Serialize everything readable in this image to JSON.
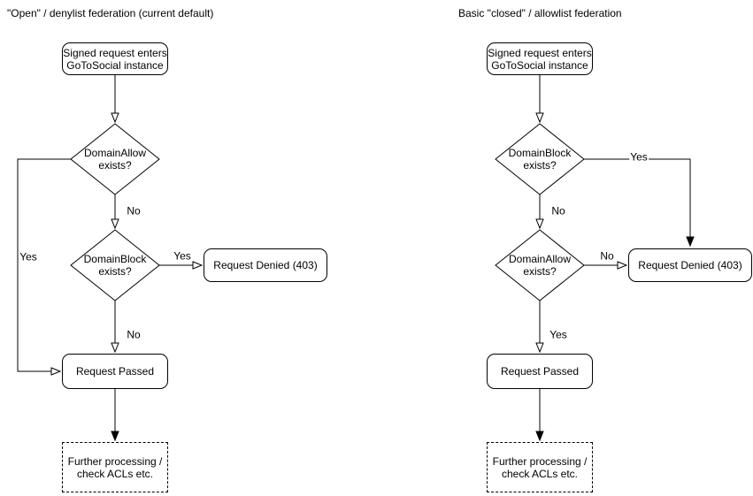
{
  "page": {
    "background": "#ffffff",
    "stroke_color": "#000000",
    "text_color": "#000000"
  },
  "diagrams": [
    {
      "id": "open-denylist",
      "title": "\"Open\" / denylist federation (current default)",
      "nodes": {
        "start": {
          "label": "Signed request enters\nGoToSocial instance",
          "shape": "rounded-rect"
        },
        "decision_allow": {
          "label": "DomainAllow\nexists?",
          "shape": "diamond"
        },
        "decision_block": {
          "label": "DomainBlock\nexists?",
          "shape": "diamond"
        },
        "denied": {
          "label": "Request Denied (403)",
          "shape": "rounded-rect"
        },
        "passed": {
          "label": "Request Passed",
          "shape": "rounded-rect"
        },
        "further": {
          "label": "Further processing /\ncheck ACLs etc.",
          "shape": "dashed-rect"
        }
      },
      "edges": {
        "allow_no": "No",
        "allow_yes": "Yes",
        "block_yes": "Yes",
        "block_no": "No"
      }
    },
    {
      "id": "closed-allowlist",
      "title": "Basic \"closed\" / allowlist federation",
      "nodes": {
        "start": {
          "label": "Signed request enters\nGoToSocial instance",
          "shape": "rounded-rect"
        },
        "decision_block": {
          "label": "DomainBlock\nexists?",
          "shape": "diamond"
        },
        "decision_allow": {
          "label": "DomainAllow\nexists?",
          "shape": "diamond"
        },
        "denied": {
          "label": "Request Denied (403)",
          "shape": "rounded-rect"
        },
        "passed": {
          "label": "Request Passed",
          "shape": "rounded-rect"
        },
        "further": {
          "label": "Further processing /\ncheck ACLs etc.",
          "shape": "dashed-rect"
        }
      },
      "edges": {
        "block_yes": "Yes",
        "block_no": "No",
        "allow_no": "No",
        "allow_yes": "Yes"
      }
    }
  ]
}
